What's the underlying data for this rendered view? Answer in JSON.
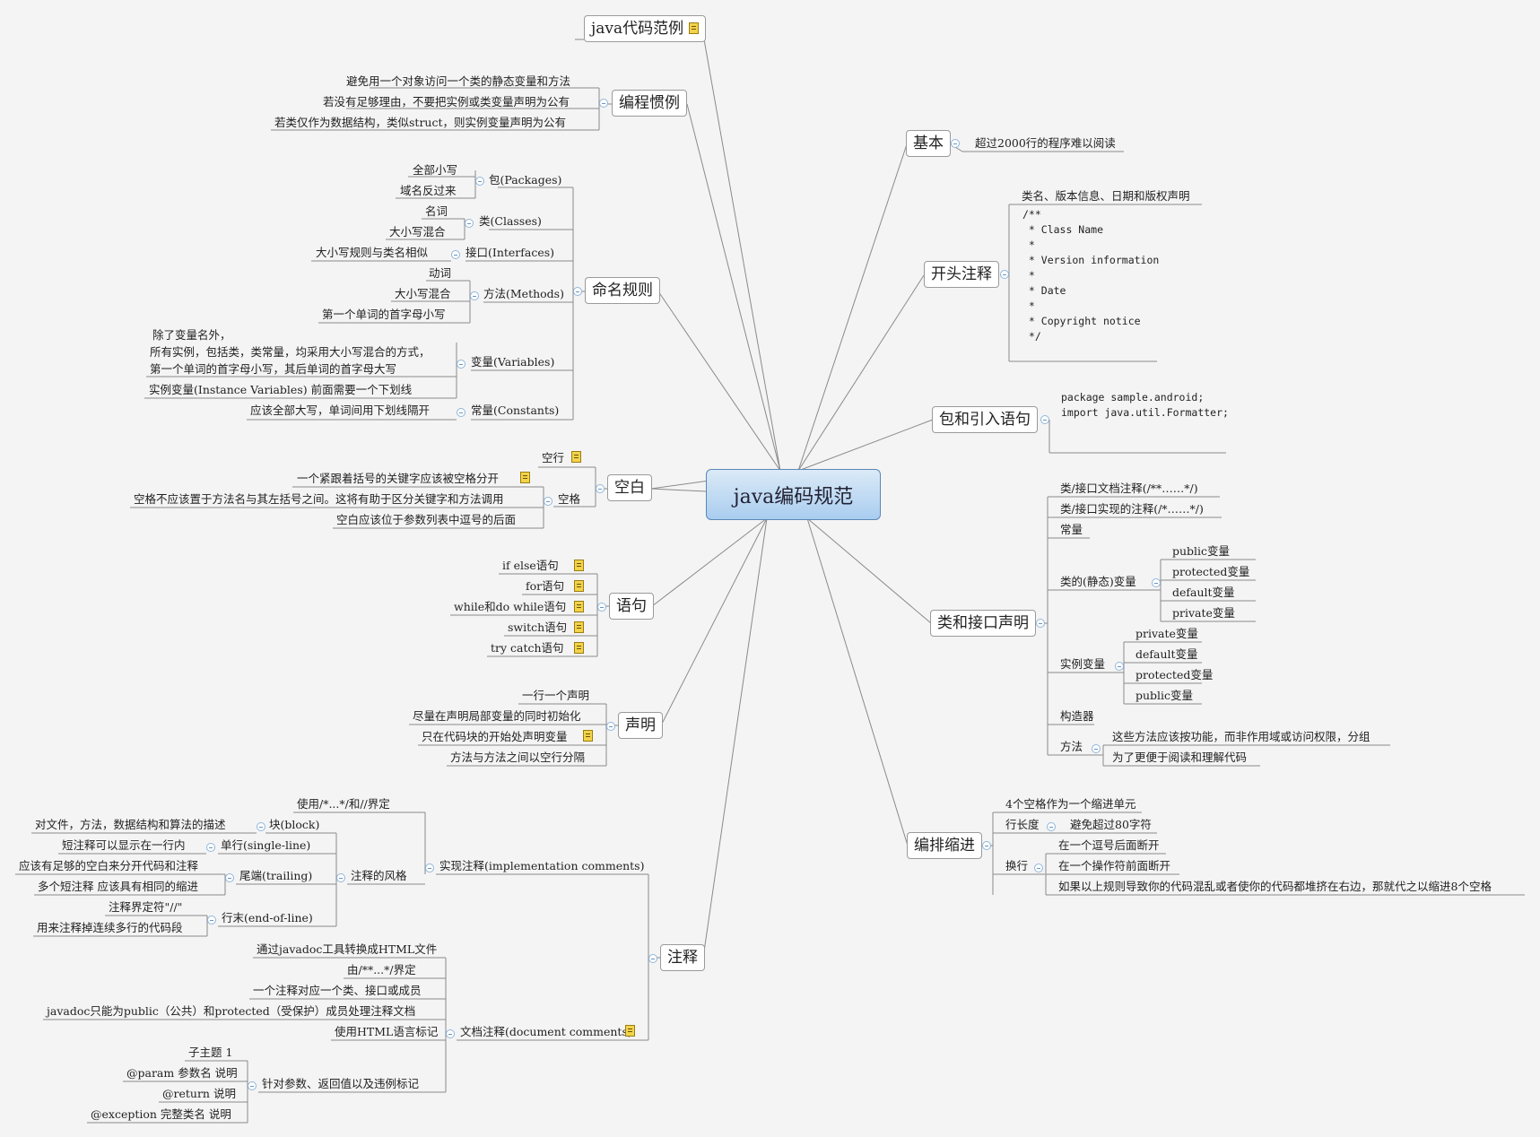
{
  "center": "java编码规范",
  "sections": {
    "code_example": "java代码范例",
    "habits": {
      "title": "编程惯例",
      "items": [
        "避免用一个对象访问一个类的静态变量和方法",
        "若没有足够理由，不要把实例或类变量声明为公有",
        "若类仅作为数据结构，类似struct，则实例变量声明为公有"
      ]
    },
    "naming": {
      "title": "命名规则",
      "packages": {
        "label": "包(Packages)",
        "items": [
          "全部小写",
          "域名反过来"
        ]
      },
      "classes": {
        "label": "类(Classes)",
        "items": [
          "名词",
          "大小写混合"
        ]
      },
      "interfaces": {
        "label": "接口(Interfaces)",
        "item": "大小写规则与类名相似"
      },
      "methods": {
        "label": "方法(Methods)",
        "items": [
          "动词",
          "大小写混合",
          "第一个单词的首字母小写"
        ]
      },
      "variables": {
        "label": "变量(Variables)",
        "items": [
          "除了变量名外，",
          "所有实例，包括类，类常量，均采用大小写混合的方式，",
          "第一个单词的首字母小写，其后单词的首字母大写",
          "实例变量(Instance Variables)    前面需要一个下划线"
        ]
      },
      "constants": {
        "label": "常量(Constants)",
        "item": "应该全部大写，单词间用下划线隔开"
      }
    },
    "whitespace": {
      "title": "空白",
      "blank_line": "空行",
      "space": {
        "label": "空格",
        "items": [
          "一个紧跟着括号的关键字应该被空格分开",
          "空格不应该置于方法名与其左括号之间。这将有助于区分关键字和方法调用",
          "空白应该位于参数列表中逗号的后面"
        ]
      }
    },
    "statements": {
      "title": "语句",
      "items": [
        "if else语句",
        "for语句",
        "while和do while语句",
        "switch语句",
        "try catch语句"
      ]
    },
    "declarations": {
      "title": "声明",
      "items": [
        "一行一个声明",
        "尽量在声明局部变量的同时初始化",
        "只在代码块的开始处声明变量",
        "方法与方法之间以空行分隔"
      ]
    },
    "comments": {
      "title": "注释",
      "impl": {
        "label": "实现注释(implementation comments)",
        "delim": "使用/*...*/和//界定",
        "style": "注释的风格",
        "block": {
          "label": "块(block)",
          "item": "对文件，方法，数据结构和算法的描述"
        },
        "single": {
          "label": "单行(single-line)",
          "item": "短注释可以显示在一行内"
        },
        "trailing": {
          "label": "尾端(trailing)",
          "items": [
            "应该有足够的空白来分开代码和注释",
            "多个短注释 应该具有相同的缩进"
          ]
        },
        "eol": {
          "label": "行末(end-of-line)",
          "items": [
            "注释界定符\"//\"",
            "用来注释掉连续多行的代码段"
          ]
        }
      },
      "doc": {
        "label": "文档注释(document comments)",
        "items": [
          "通过javadoc工具转换成HTML文件",
          "由/**...*/界定",
          "一个注释对应一个类、接口或成员",
          "javadoc只能为public（公共）和protected（受保护）成员处理注释文档",
          "使用HTML语言标记"
        ],
        "tags": {
          "label": "针对参数、返回值以及违例标记",
          "items": [
            "子主题 1",
            "@param 参数名 说明",
            "@return 说明",
            "@exception 完整类名 说明"
          ]
        }
      }
    },
    "basic": {
      "title": "基本",
      "item": "超过2000行的程序难以阅读"
    },
    "header": {
      "title": "开头注释",
      "label": "类名、版本信息、日期和版权声明",
      "code": [
        "/**",
        " * Class Name",
        " *",
        " * Version information",
        " *",
        " * Date",
        " *",
        " * Copyright notice",
        " */"
      ]
    },
    "package": {
      "title": "包和引入语句",
      "code": [
        "package sample.android;",
        "",
        "import java.util.Formatter;"
      ]
    },
    "classdecl": {
      "title": "类和接口声明",
      "items": [
        "类/接口文档注释(/**……*/)",
        "类/接口实现的注释(/*……*/)",
        "常量"
      ],
      "static": {
        "label": "类的(静态)变量",
        "items": [
          "public变量",
          "protected变量",
          "default变量",
          "private变量"
        ]
      },
      "instance": {
        "label": "实例变量",
        "items": [
          "private变量",
          "default变量",
          "protected变量",
          "public变量"
        ]
      },
      "ctor": "构造器",
      "method": {
        "label": "方法",
        "items": [
          "这些方法应该按功能，而非作用域或访问权限，分组",
          "为了更便于阅读和理解代码"
        ]
      }
    },
    "layout": {
      "title": "编排缩进",
      "indent": "4个空格作为一个缩进单元",
      "length": {
        "label": "行长度",
        "item": "避免超过80字符"
      },
      "wrap": {
        "label": "换行",
        "items": [
          "在一个逗号后面断开",
          "在一个操作符前面断开",
          "如果以上规则导致你的代码混乱或者使你的代码都堆挤在右边，那就代之以缩进8个空格"
        ]
      }
    }
  },
  "colors": {
    "center_border": "#5b87b8",
    "line": "#8a8a8a",
    "underline": "#9a9a9a"
  }
}
